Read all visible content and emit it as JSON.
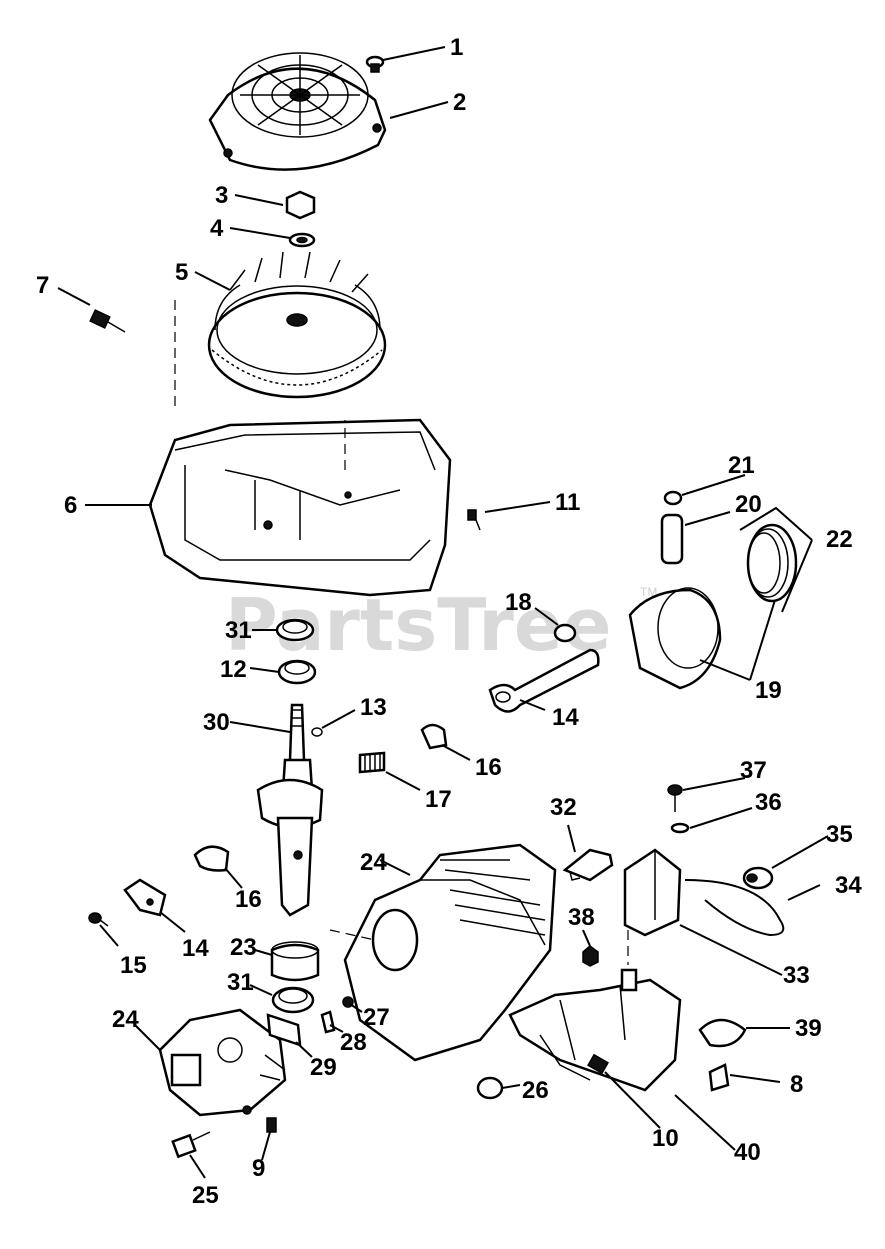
{
  "watermark": "PartsTree",
  "trademark": "TM",
  "labels": {
    "l1": "1",
    "l2": "2",
    "l3": "3",
    "l4": "4",
    "l5": "5",
    "l6": "6",
    "l7": "7",
    "l8": "8",
    "l9": "9",
    "l10": "10",
    "l11": "11",
    "l12": "12",
    "l13": "13",
    "l14a": "14",
    "l14b": "14",
    "l15": "15",
    "l16a": "16",
    "l16b": "16",
    "l17": "17",
    "l18": "18",
    "l19": "19",
    "l20": "20",
    "l21": "21",
    "l22": "22",
    "l23": "23",
    "l24a": "24",
    "l24b": "24",
    "l25": "25",
    "l26": "26",
    "l27": "27",
    "l28": "28",
    "l29": "29",
    "l30": "30",
    "l31a": "31",
    "l31b": "31",
    "l32": "32",
    "l33": "33",
    "l34": "34",
    "l35": "35",
    "l36": "36",
    "l37": "37",
    "l38": "38",
    "l39": "39",
    "l40": "40"
  }
}
